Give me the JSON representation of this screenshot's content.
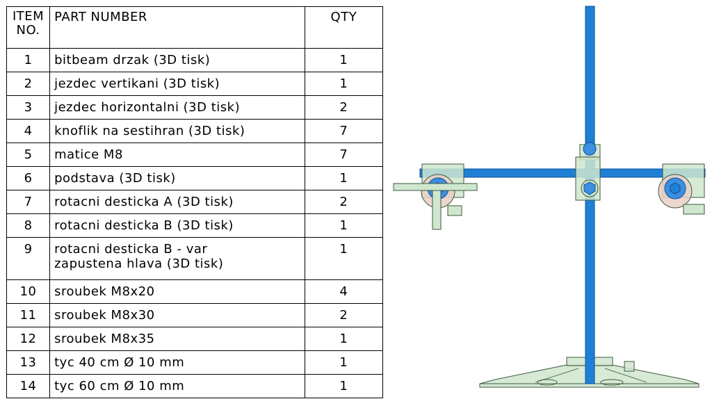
{
  "bom": {
    "headers": {
      "item_line1": "ITEM",
      "item_line2": "NO.",
      "part": "PART NUMBER",
      "qty": "QTY"
    },
    "rows": [
      {
        "item": "1",
        "part": "bitbeam drzak (3D tisk)",
        "qty": "1"
      },
      {
        "item": "2",
        "part": "jezdec vertikani (3D tisk)",
        "qty": "1"
      },
      {
        "item": "3",
        "part": "jezdec horizontalni (3D tisk)",
        "qty": "2"
      },
      {
        "item": "4",
        "part": "knoflik na sestihran (3D tisk)",
        "qty": "7"
      },
      {
        "item": "5",
        "part": "matice M8",
        "qty": "7"
      },
      {
        "item": "6",
        "part": "podstava (3D tisk)",
        "qty": "1"
      },
      {
        "item": "7",
        "part": "rotacni desticka A (3D tisk)",
        "qty": "2"
      },
      {
        "item": "8",
        "part": "rotacni desticka B (3D tisk)",
        "qty": "1"
      },
      {
        "item": "9",
        "part_line1": "rotacni desticka B - var",
        "part_line2": "zapustena hlava (3D tisk)",
        "qty": "1"
      },
      {
        "item": "10",
        "part": "sroubek M8x20",
        "qty": "4"
      },
      {
        "item": "11",
        "part": "sroubek M8x30",
        "qty": "2"
      },
      {
        "item": "12",
        "part": "sroubek M8x35",
        "qty": "1"
      },
      {
        "item": "13",
        "part": "tyc 40 cm Ø 10 mm",
        "qty": "1"
      },
      {
        "item": "14",
        "part": "tyc 60 cm Ø 10 mm",
        "qty": "1"
      }
    ]
  },
  "colors": {
    "rod": "#1e7fd6",
    "rod_edge": "#0b4f94",
    "printed_part": "#cfe6cf",
    "printed_edge": "#3d5a3d",
    "knob": "#3d8fe0",
    "plate": "#e9cfc7"
  }
}
